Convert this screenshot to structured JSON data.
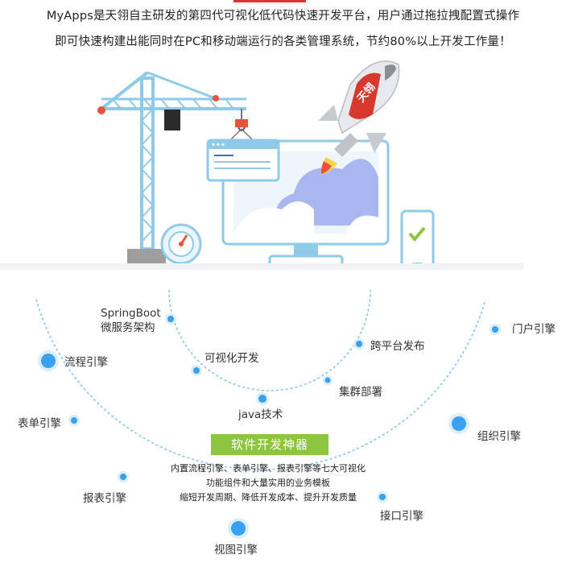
{
  "intro": {
    "line1": "MyApps是天翎自主研发的第四代可视化低代码快速开发平台，用户通过拖拉拽配置式操作",
    "line2": "即可快速构建出能同时在PC和移动端运行的各类管理系统，节约80%以上开发工作量！"
  },
  "hero": {
    "rocket_text": "天翎"
  },
  "inner_arc": {
    "springboot_line1": "SpringBoot",
    "springboot_line2": "微服务架构",
    "visual_dev": "可视化开发",
    "java": "java技术",
    "cluster": "集群部署",
    "cross_platform": "跨平台发布"
  },
  "outer_arc": {
    "process_engine": "流程引擎",
    "form_engine": "表单引擎",
    "report_engine": "报表引擎",
    "view_engine": "视图引擎",
    "interface_engine": "接口引擎",
    "org_engine": "组织引擎",
    "portal_engine": "门户引擎"
  },
  "center": {
    "badge": "软件开发神器",
    "desc1": "内置流程引擎、表单引擎、报表引擎等七大可视化",
    "desc2": "功能组件和大量实用的业务模板",
    "desc3": "缩短开发周期、降低开发成本、提升开发质量"
  },
  "colors": {
    "accent_red": "#e8312f",
    "sky_blue": "#8fcae8",
    "node_blue": "#3aa0f0",
    "badge_green": "#8ec53f"
  }
}
